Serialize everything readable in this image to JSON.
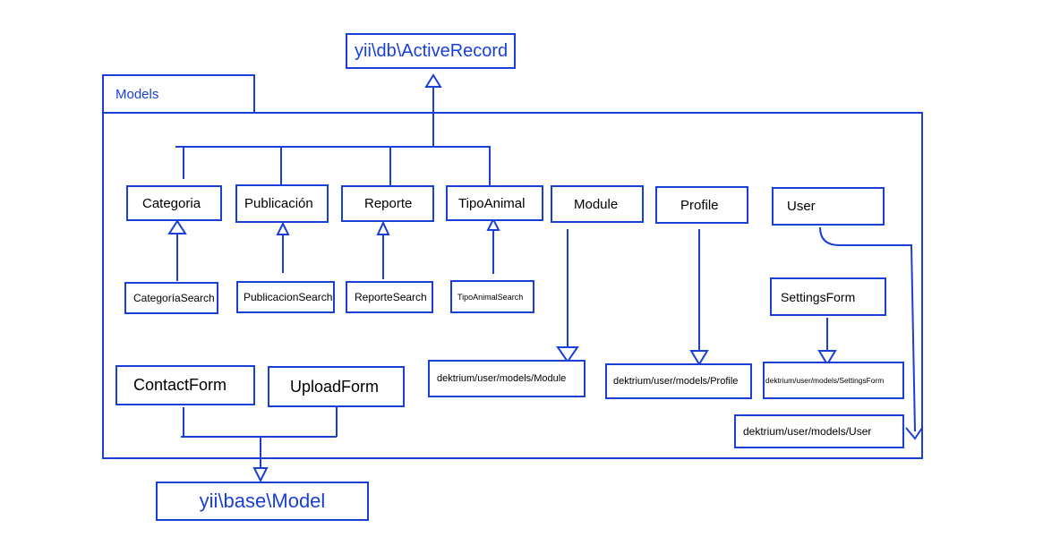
{
  "colors": {
    "stroke": "#1a3fd6",
    "text": "#000000",
    "accent_text": "#1a3fd6",
    "background": "#ffffff"
  },
  "package": {
    "name": "Models"
  },
  "external": {
    "active_record": "yii\\db\\ActiveRecord",
    "base_model": "yii\\base\\Model"
  },
  "classes": {
    "categoria": "Categoria",
    "publicacion": "Publicación",
    "reporte": "Reporte",
    "tipo_animal": "TipoAnimal",
    "module": "Module",
    "profile": "Profile",
    "user": "User",
    "categoria_search": "CategoríaSearch",
    "publicacion_search": "PublicacionSearch",
    "reporte_search": "ReporteSearch",
    "tipo_animal_search": "TipoAnimalSearch",
    "settings_form": "SettingsForm",
    "contact_form": "ContactForm",
    "upload_form": "UploadForm",
    "dektrium_module": "dektrium/user/models/Module",
    "dektrium_profile": "dektrium/user/models/Profile",
    "dektrium_settings_form": "dektrium/user/models/SettingsForm",
    "dektrium_user": "dektrium/user/models/User"
  }
}
